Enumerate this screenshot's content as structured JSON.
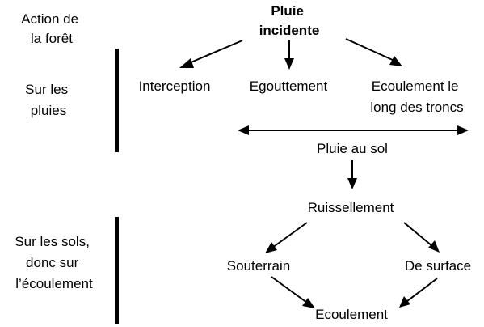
{
  "left_column": {
    "header": [
      "Action de",
      "la forêt"
    ],
    "section_rain": [
      "Sur les",
      "pluies"
    ],
    "section_soil": [
      "Sur les sols,",
      "donc sur",
      "l’écoulement"
    ]
  },
  "nodes": {
    "pluie_incidente": [
      "Pluie",
      "incidente"
    ],
    "interception": "Interception",
    "egouttement": "Egouttement",
    "ecoulement_troncs": [
      "Ecoulement le",
      "long des troncs"
    ],
    "pluie_au_sol": "Pluie au sol",
    "ruissellement": "Ruissellement",
    "souterrain": "Souterrain",
    "de_surface": "De surface",
    "ecoulement": "Ecoulement"
  }
}
